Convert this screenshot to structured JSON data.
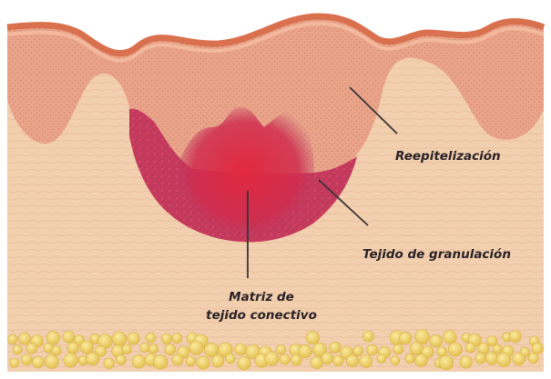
{
  "labels": {
    "reepitelizacion": "Reepitelización",
    "granulacion": "Tejido de granulación",
    "matriz_line1": "Matriz de",
    "matriz_line2": "tejido conectivo"
  },
  "colors": {
    "epidermis": "#e9a48a",
    "epidermis_edge": "#d9704e",
    "dermis": "#f2cfae",
    "granulation": "#c83a5a",
    "granulation_core": "#d8284a",
    "fat": "#f0d268",
    "leader_line": "#3a3336"
  }
}
